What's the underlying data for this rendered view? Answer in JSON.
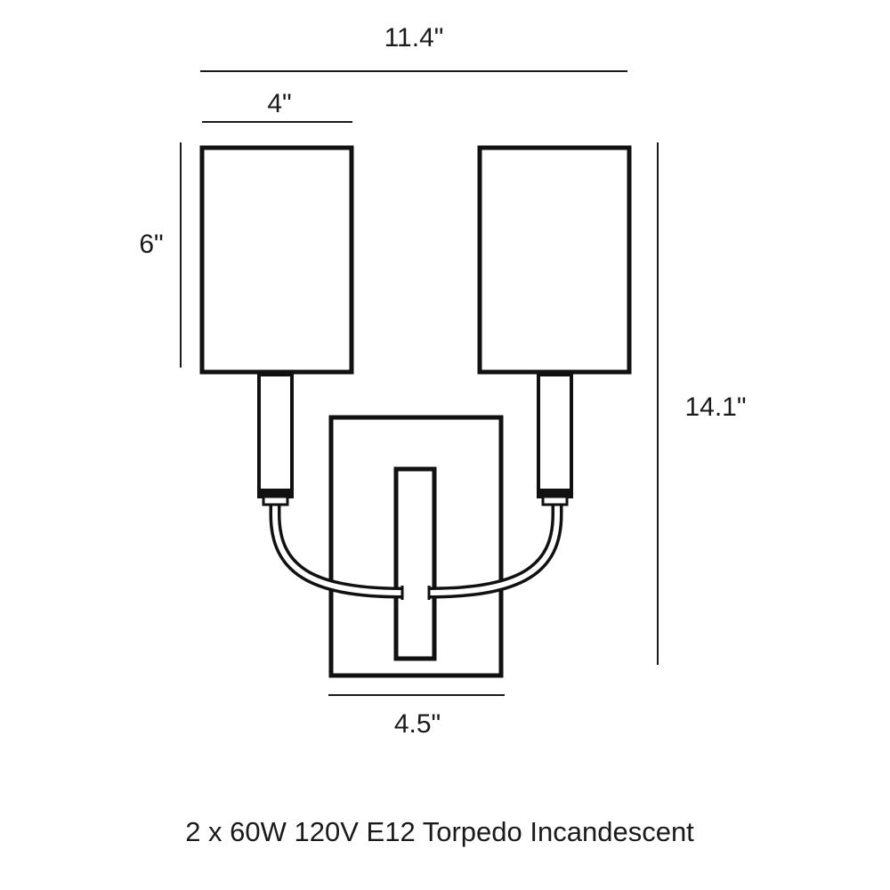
{
  "dimensions": {
    "overall_width": "11.4\"",
    "shade_width": "4\"",
    "shade_height": "6\"",
    "overall_height": "14.1\"",
    "backplate_width": "4.5\""
  },
  "specification": "2 x 60W 120V E12 Torpedo Incandescent",
  "colors": {
    "line": "#111111",
    "background": "#ffffff"
  }
}
